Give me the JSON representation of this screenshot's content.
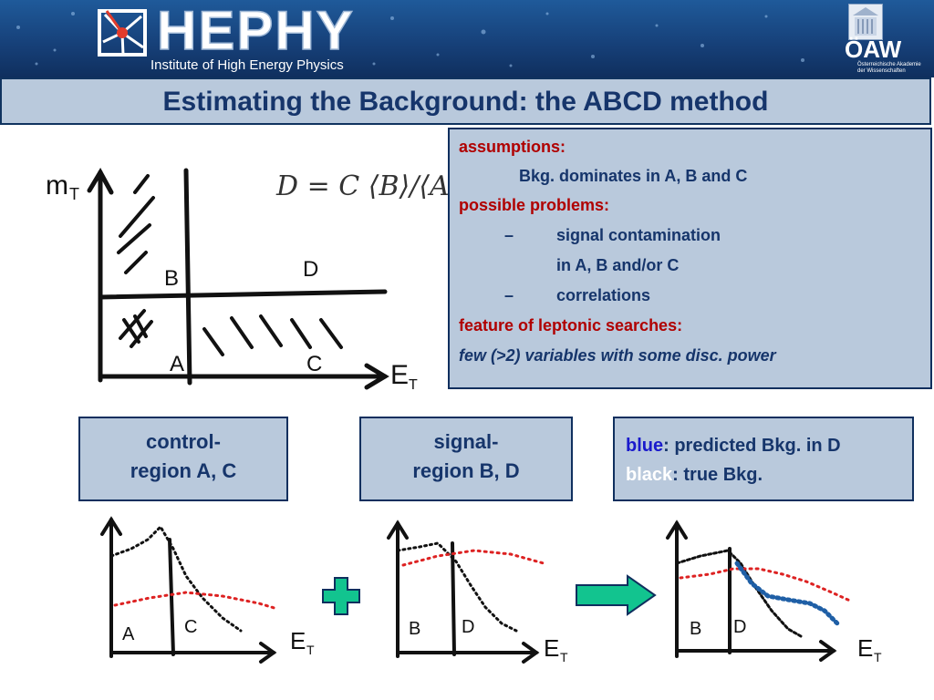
{
  "header": {
    "logo_text": "HEPHY",
    "subtitle": "Institute of High Energy Physics",
    "partner_logo": "ÖAW",
    "partner_small": "Österreichische Akademie der Wissenschaften"
  },
  "title": "Estimating the Background: the ABCD method",
  "diagram": {
    "y_label": "m",
    "y_sub": "T",
    "x_label": "E",
    "x_sub": "T",
    "regions": [
      "A",
      "B",
      "C",
      "D"
    ],
    "formula": "D = C ⟨B⟩/⟨A⟩"
  },
  "panel": {
    "assumptions_label": "assumptions:",
    "assumption_1": "Bkg. dominates in A, B and C",
    "problems_label": "possible problems:",
    "dash": "–",
    "problem_1a": "signal contamination",
    "problem_1b": "in A, B and/or C",
    "problem_2": "correlations",
    "feature_label": "feature of leptonic searches:",
    "feature_text": "few (>2) variables with some disc. power"
  },
  "boxes": {
    "control_1": "control-",
    "control_2": "region A, C",
    "signal_1": "signal-",
    "signal_2": "region B, D",
    "legend_blue": "blue",
    "legend_blue_text": ": predicted Bkg. in D",
    "legend_black": "black",
    "legend_black_text": ": true Bkg."
  },
  "plots": {
    "left_regions": [
      "A",
      "C"
    ],
    "middle_regions": [
      "B",
      "D"
    ],
    "right_regions": [
      "B",
      "D"
    ],
    "x_label": "E",
    "x_sub": "T"
  },
  "colors": {
    "header_blue": "#163f77",
    "panel_bg": "#b9c9dc",
    "title_navy": "#16356b",
    "label_red": "#b00000",
    "legend_blue": "#1a1acc",
    "symbol_green": "#12c48f"
  },
  "icons": [
    "hephy-burst-icon",
    "oaw-building-icon",
    "plus-icon",
    "arrow-right-icon"
  ]
}
